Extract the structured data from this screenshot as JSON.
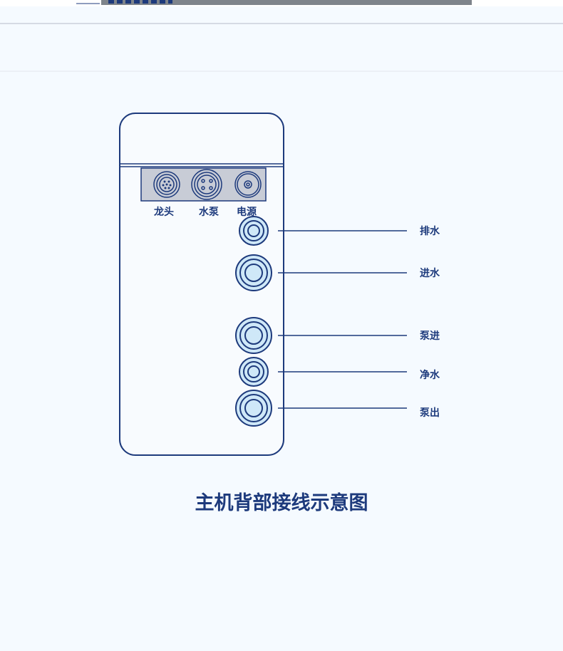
{
  "connectors": [
    {
      "label": "龙头",
      "type": "multi-pin"
    },
    {
      "label": "水泵",
      "type": "four-pin"
    },
    {
      "label": "电源",
      "type": "dc-jack"
    }
  ],
  "ports": [
    {
      "label": "排水",
      "size": "small"
    },
    {
      "label": "进水",
      "size": "large"
    },
    {
      "label": "泵进",
      "size": "large"
    },
    {
      "label": "净水",
      "size": "small"
    },
    {
      "label": "泵出",
      "size": "large"
    }
  ],
  "title": "主机背部接线示意图",
  "colors": {
    "line": "#1d3a7c",
    "port_fill": "#cfe8f8",
    "panel": "#c8ccd6",
    "background": "#f5faff"
  }
}
